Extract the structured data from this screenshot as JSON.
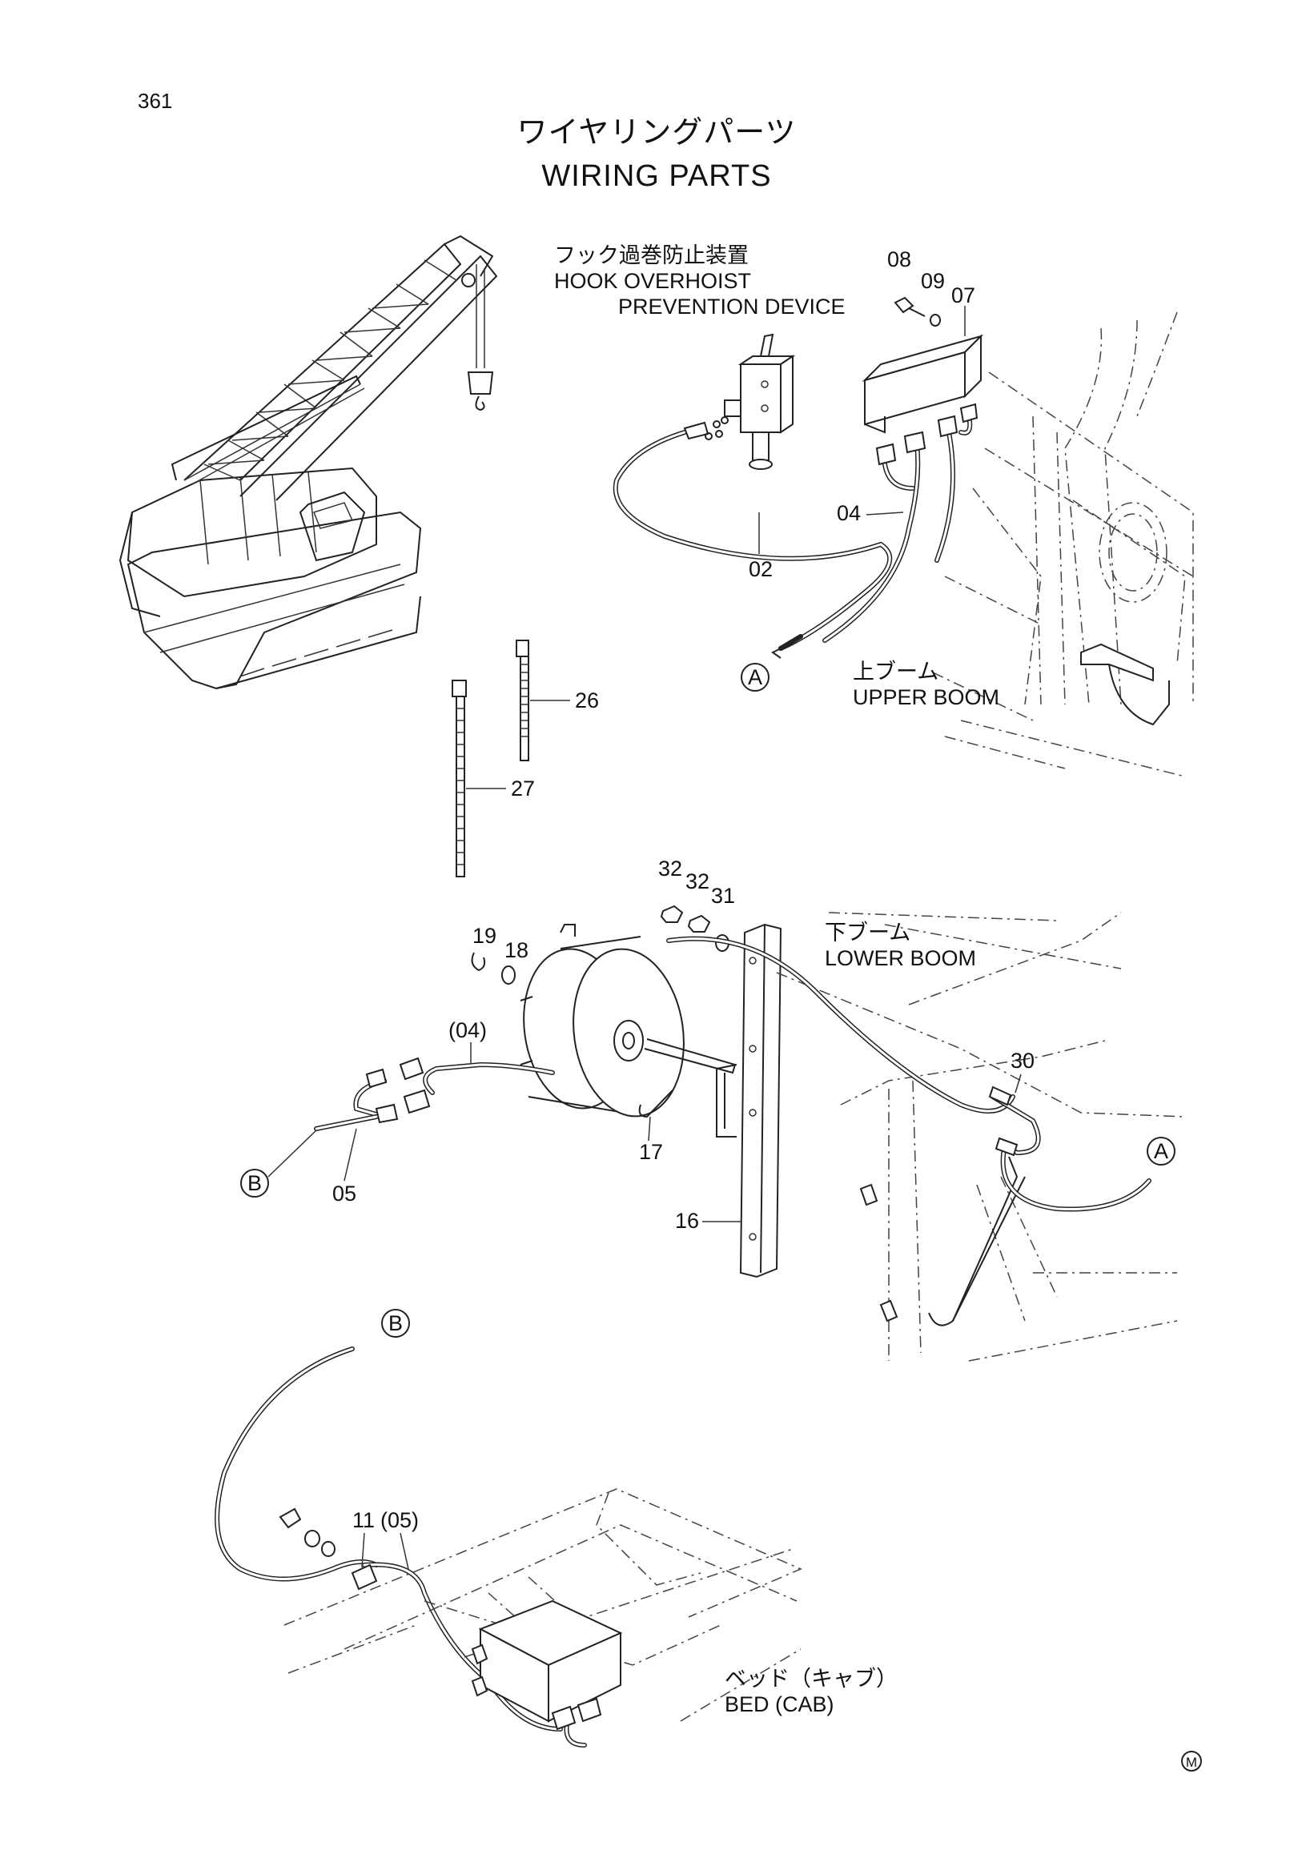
{
  "page": {
    "number": "361",
    "mark": "M"
  },
  "title": {
    "jp": "ワイヤリングパーツ",
    "en": "WIRING PARTS"
  },
  "sections": {
    "hook": {
      "jp": "フック過巻防止装置",
      "en1": "HOOK OVERHOIST",
      "en2": "PREVENTION DEVICE"
    },
    "upper_boom": {
      "jp": "上ブーム",
      "en": "UPPER BOOM"
    },
    "lower_boom": {
      "jp": "下ブーム",
      "en": "LOWER BOOM"
    },
    "bed": {
      "jp": "ベッド（キャブ）",
      "en": "BED (CAB)"
    }
  },
  "connectors": {
    "A": "A",
    "B": "B"
  },
  "parts": {
    "p02": "02",
    "p04": "04",
    "p07": "07",
    "p08": "08",
    "p09": "09",
    "p26": "26",
    "p27": "27",
    "p32a": "32",
    "p32b": "32",
    "p31": "31",
    "p19": "19",
    "p18": "18",
    "p04ref": "(04)",
    "p30": "30",
    "p17": "17",
    "p05": "05",
    "p16": "16",
    "p11": "11",
    "p05ref": "(05)"
  }
}
